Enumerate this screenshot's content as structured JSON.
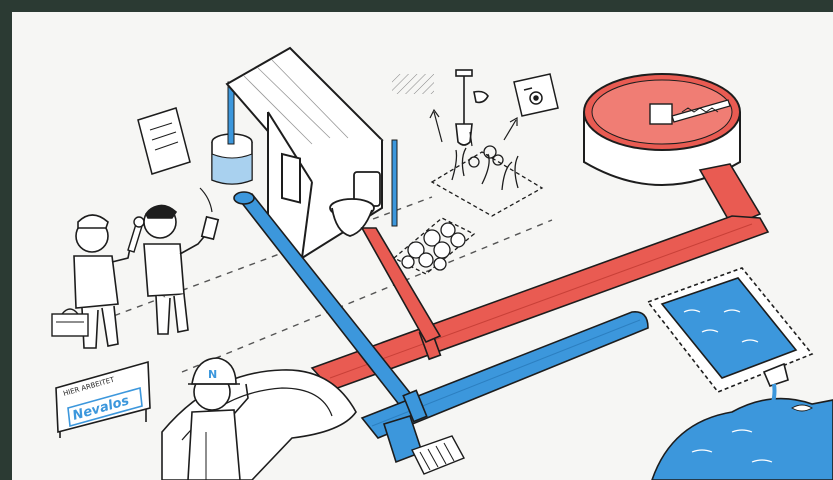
{
  "scene": {
    "sign": {
      "top_text": "HIER ARBEITET",
      "brand": "Nevalos"
    },
    "helmet_badge": "N",
    "colors": {
      "wastewater": "#e95b52",
      "freshwater": "#3c97dc",
      "ink": "#1d1d1d",
      "paper": "#f6f6f4",
      "frame": "#2b3a33"
    },
    "icons": [
      "document-icon",
      "shovel-icon",
      "plan-icon",
      "toilet-icon",
      "water-tank-icon",
      "wrench-icon",
      "toolbox-icon",
      "drain-icon"
    ]
  }
}
